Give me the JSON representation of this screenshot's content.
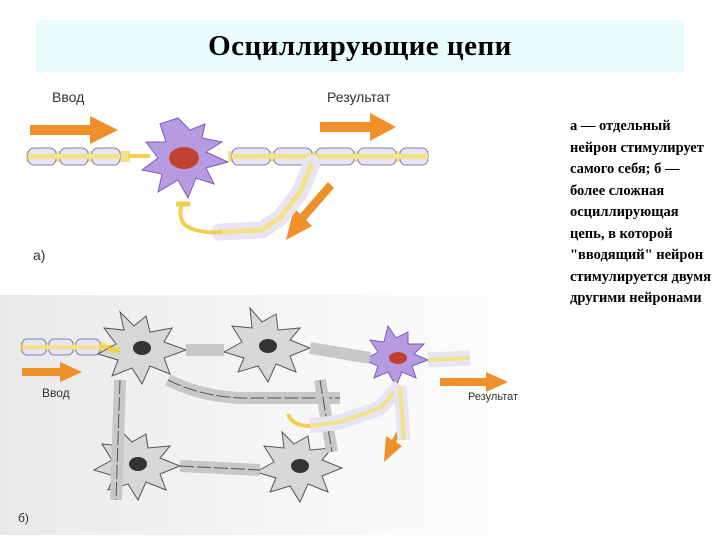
{
  "title": "Осциллирующие цепи",
  "panel_a": {
    "input_label": "Ввод",
    "output_label": "Результат",
    "panel_label": "а)"
  },
  "panel_b": {
    "input_label": "Ввод",
    "output_label": "Результат",
    "panel_label": "б)"
  },
  "caption": "а — отдельный нейрон стимулирует самого себя; б — более сложная осциллирующая цепь, в которой \"вводящий\" нейрон стимулируется двумя другими нейронами",
  "colors": {
    "title_bg": "#e9fbfc",
    "arrow": "#f0902a",
    "axon": "#f2e38a",
    "myelin": "#e8e4f4",
    "neuron_purple": "#b69be0",
    "nucleus": "#c24030",
    "neuron_gray": "#d7d7d7"
  }
}
